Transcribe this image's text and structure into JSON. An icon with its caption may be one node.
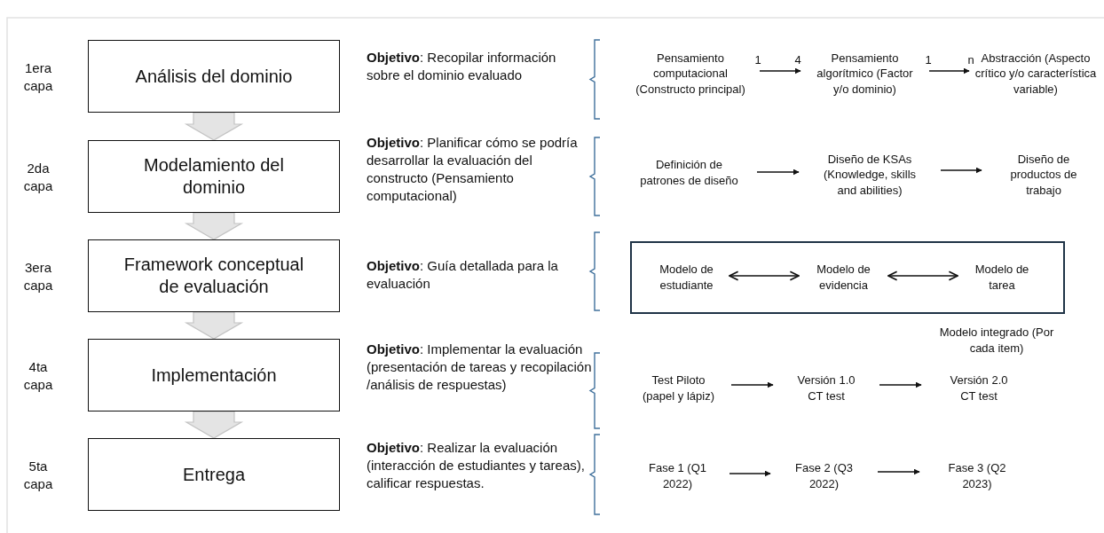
{
  "diagram": {
    "nodes": [
      {
        "text": [
          "Análisis del dominio"
        ],
        "beside": [
          "1era capa"
        ]
      },
      {
        "text": [
          "Modelamiento del dominio"
        ],
        "beside": [
          "2da capa"
        ]
      },
      {
        "text": [
          "Framework conceptual de evaluación"
        ],
        "beside": [
          "3era capa"
        ]
      },
      {
        "text": [
          "Implementación"
        ],
        "beside": [
          "4ta capa"
        ]
      },
      {
        "text": [
          "Entrega"
        ],
        "beside": [
          "5ta capa"
        ]
      },
      {
        "text": [
          "Pensamiento computacional (Constructo principal)"
        ]
      },
      {
        "text": [
          "Pensamiento algorítmico (Factor y/o dominio)"
        ]
      },
      {
        "text": [
          "Abstracción (Aspecto crítico y/o característica variable)"
        ]
      },
      {
        "text": [
          "Definición de patrones de diseño"
        ]
      },
      {
        "text": [
          "Diseño de KSAs (Knowledge, skills and abilities)"
        ]
      },
      {
        "text": [
          "Diseño de productos de trabajo"
        ]
      },
      {
        "text": [],
        "shape": "box"
      },
      {
        "text": [
          "Modelo de estudiante"
        ],
        "in": 11
      },
      {
        "text": [
          "Modelo de evidencia"
        ],
        "in": 11
      },
      {
        "text": [
          "Modelo de tarea"
        ],
        "in": 11
      },
      {
        "text": [
          "Test Piloto (papel y lápiz)"
        ]
      },
      {
        "text": [
          "Versión 1.0 CT test"
        ]
      },
      {
        "text": [
          "Versión 2.0 CT test"
        ],
        "beside": [
          "Modelo integrado (Por cada item)"
        ]
      },
      {
        "text": [
          "Fase 1 (Q1 2022)"
        ]
      },
      {
        "text": [
          "Fase 2 (Q3 2022)"
        ]
      },
      {
        "text": [
          "Fase 3 (Q2 2023)"
        ]
      }
    ],
    "edges": [
      {
        "from": 0,
        "to": 1,
        "arrow": "to"
      },
      {
        "from": 1,
        "to": 2,
        "arrow": "to"
      },
      {
        "from": 2,
        "to": 3,
        "arrow": "to"
      },
      {
        "from": 3,
        "to": 4,
        "arrow": "to"
      },
      {
        "from": 5,
        "to": 6,
        "arrow": "to"
      },
      {
        "from": 6,
        "to": 7,
        "arrow": "to"
      },
      {
        "from": 8,
        "to": 9,
        "arrow": "to"
      },
      {
        "from": 9,
        "to": 10,
        "arrow": "to"
      },
      {
        "from": 12,
        "to": 13,
        "arrow": "both"
      },
      {
        "from": 13,
        "to": 14,
        "arrow": "both"
      },
      {
        "from": 15,
        "to": 16,
        "arrow": "to"
      },
      {
        "from": 16,
        "to": 17,
        "arrow": "to"
      },
      {
        "from": 18,
        "to": 19,
        "arrow": "to"
      },
      {
        "from": 19,
        "to": 20,
        "arrow": "to"
      }
    ],
    "labels": [
      "**Objetivo**: Recopilar información sobre el dominio evaluado",
      "**Objetivo**: Planificar  cómo se podría desarrollar la evaluación del constructo (Pensamiento computacional)",
      "**Objetivo**: Guía detallada para la evaluación",
      "**Objetivo**: Implementar la evaluación (presentación de tareas y recopilación /análisis de respuestas)",
      "**Objetivo**: Realizar la evaluación (interacción de estudiantes y tareas), calificar respuestas.",
      "1",
      "4",
      "1",
      "n"
    ]
  }
}
